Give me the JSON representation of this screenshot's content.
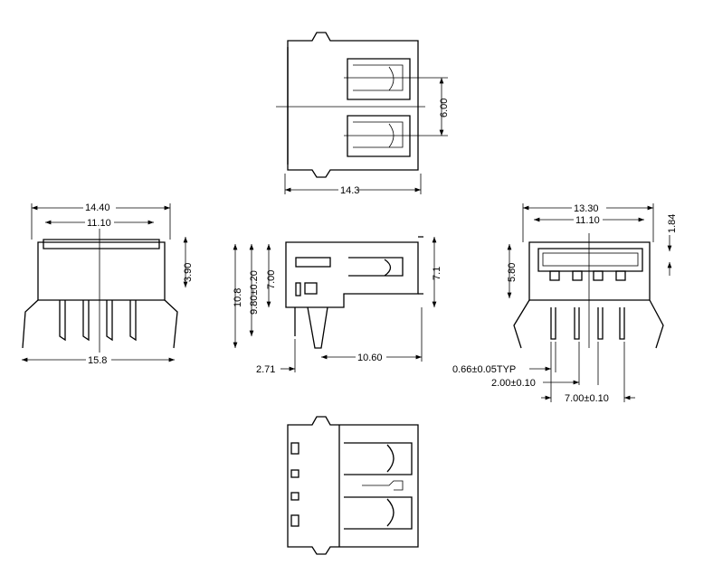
{
  "title": "USB Type-A female right-angle connector drawing",
  "top_view": {
    "width": "14.3",
    "slot_pitch": "6.00"
  },
  "front_view": {
    "overall": "14.40",
    "inner": "11.10",
    "pin_span": "15.8",
    "height": "3.90"
  },
  "side_view": {
    "total_height": "10.8",
    "body_height": "9.80±0.20",
    "shell_height": "7.00",
    "right_height": "7.1",
    "pin_offset": "2.71",
    "depth": "10.60"
  },
  "end_view": {
    "overall": "13.30",
    "inner": "11.10",
    "opening": "5.80",
    "top": "1.84",
    "pin_width": "0.66±0.05TYP",
    "pin_pitch": "2.00±0.10",
    "pin_span": "7.00±0.10"
  },
  "colors": {
    "line": "#000000",
    "background": "#ffffff"
  }
}
